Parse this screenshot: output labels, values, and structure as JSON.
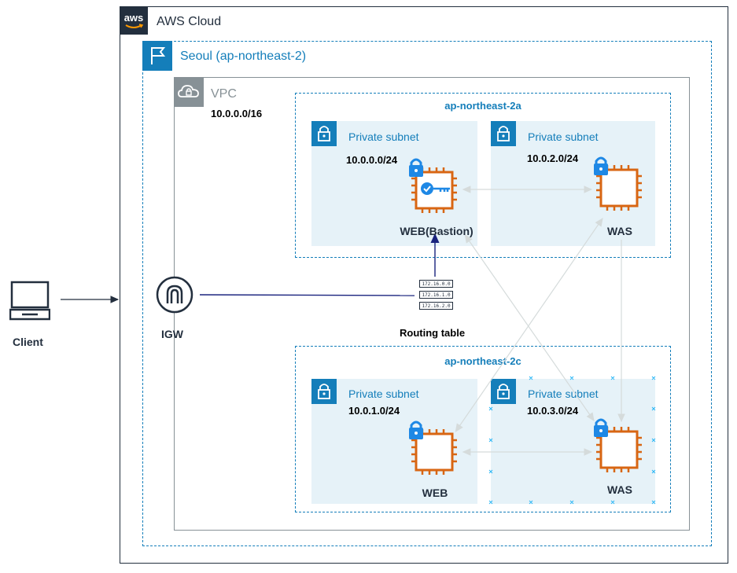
{
  "aws_cloud": {
    "label": "AWS Cloud",
    "logo_text": "aws"
  },
  "region": {
    "label": "Seoul (ap-northeast-2)"
  },
  "vpc": {
    "label": "VPC",
    "cidr": "10.0.0.0/16"
  },
  "client": {
    "label": "Client"
  },
  "igw": {
    "label": "IGW"
  },
  "routing_table": {
    "label": "Routing table",
    "rows": [
      "172.16.0.0",
      "172.16.1.0",
      "172.16.2.0"
    ]
  },
  "az_a": {
    "label": "ap-northeast-2a",
    "subnets": [
      {
        "title": "Private subnet",
        "cidr": "10.0.0.0/24",
        "instance": "WEB(Bastion)"
      },
      {
        "title": "Private subnet",
        "cidr": "10.0.2.0/24",
        "instance": "WAS"
      }
    ]
  },
  "az_c": {
    "label": "ap-northeast-2c",
    "subnets": [
      {
        "title": "Private subnet",
        "cidr": "10.0.1.0/24",
        "instance": "WEB"
      },
      {
        "title": "Private subnet",
        "cidr": "10.0.3.0/24",
        "instance": "WAS"
      }
    ]
  },
  "colors": {
    "aws_dark": "#232f3e",
    "region_blue": "#147eba",
    "vpc_gray": "#879196",
    "ec2_orange": "#d86613",
    "subnet_fill": "#e6f2f8",
    "link_gray": "#d5dbdb",
    "route_blue": "#1a237e"
  },
  "icons": [
    "laptop-icon",
    "aws-logo-icon",
    "region-flag-icon",
    "vpc-cloud-icon",
    "lock-icon",
    "ec2-chip-icon",
    "key-icon",
    "igw-icon",
    "routing-table-icon"
  ]
}
